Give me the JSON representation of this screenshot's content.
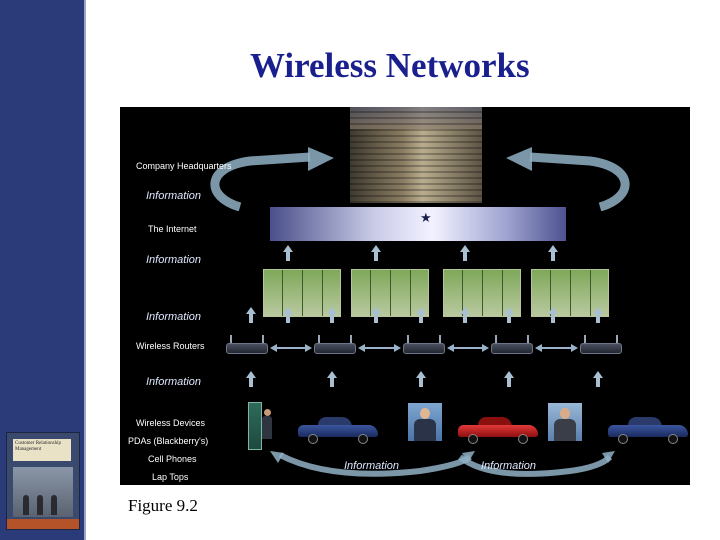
{
  "slide": {
    "title": "Wireless Networks",
    "caption": "Figure 9.2"
  },
  "book": {
    "cover_title": "Customer Relationship Management"
  },
  "diagram": {
    "labels": {
      "hq": "Company Headquarters",
      "internet": "The Internet",
      "routers": "Wireless Routers",
      "devices": "Wireless Devices",
      "pdas": "PDAs (Blackberry's)",
      "cell_phones": "Cell Phones",
      "laptops": "Lap Tops"
    },
    "info_text": "Information",
    "info_labels": [
      "Information",
      "Information",
      "Information",
      "Information"
    ],
    "bottom_info": [
      "Information",
      "Information"
    ]
  },
  "colors": {
    "slide_band": "#2b3b7a",
    "title": "#1a1f8e",
    "panel_bg": "#000000",
    "arrow": "#9bb3c8"
  }
}
